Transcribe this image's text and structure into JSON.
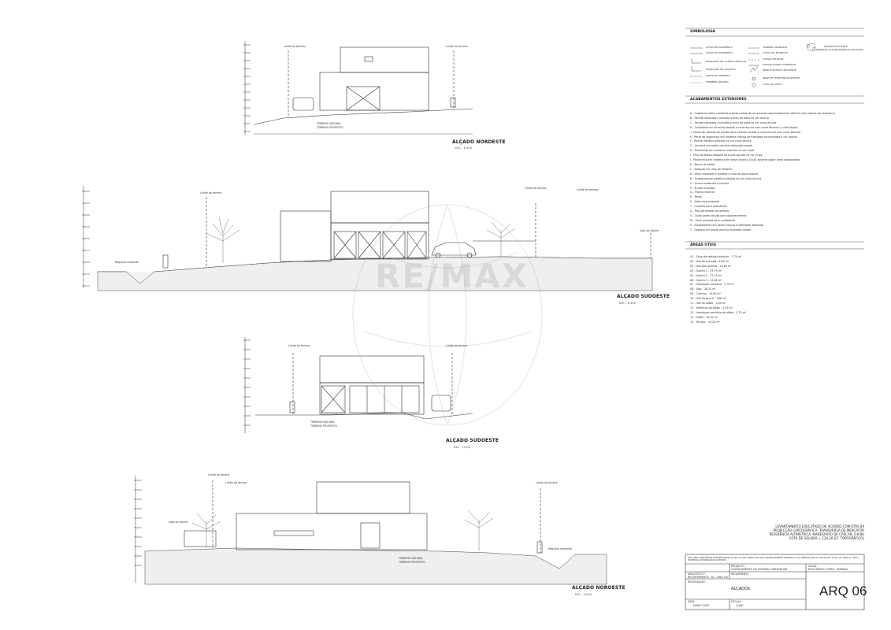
{
  "elevations": [
    {
      "title": "ALÇADO NORDESTE",
      "scale": "ESC - 1/100"
    },
    {
      "title": "ALÇADO SUDOESTE",
      "scale": "ESC - 1/100"
    },
    {
      "title": "ALÇADO SUDOESTE",
      "scale": "ESC - 1/100"
    },
    {
      "title": "ALÇADO NOROESTE",
      "scale": "ESC - 1/100"
    }
  ],
  "annotations": {
    "limite_terreno": "Limite do terreno",
    "limite_terreno_via": "Limite do terreno",
    "ribeiro": "Regueiro existente",
    "cota_soleira": "Cota da Soleira",
    "terreno_natural": "TERRENO NATURAL",
    "terreno_proposto": "TERRENO PROPOSTO"
  },
  "legend": {
    "simbologia_title": "SIMBOLOGIA",
    "simbologia": [
      "COTAS DE PAVIMENTO",
      "COTAS DO PAVIMENTO",
      "MARCAÇÃO DE CORTES VERTICAIS",
      "MARCAÇÃO DE ALÇADOS",
      "LIMITE DO TERRENO",
      "TERRENO NATURAL",
      "TERRENO ALTERADO",
      "COTAS DO PROJECTO",
      "CURVAS DE NÍVEL",
      "CURVAS MUROS ALTERADAS",
      "REDE ELÉCTRICA EXISTENTE",
      "REDE DE TELEFONE EXISTENTE",
      "CAIXA DE VISITA",
      "ÁRVORE EXISTENTE",
      "( SUBSIDIADA ALGUNS JAPONÊS DA SILVESTRE )"
    ],
    "acabamentos_title": "ACABAMENTOS EXTERIORES",
    "acabamentos": [
      "A - Cobertura plana revestida a seixo rolado da rio assente sobre isolamento térmico com tábuas de expessura",
      "B - Parede rebocada e pintada a tinta da areia na cor branca",
      "C - Parede rebocada e pintada a tinta da areia na cor cinza escura",
      "D - Caixilharia em alumínio lacado a cinza escuro com corte térmico c/ vidro duplo",
      "     + vidros de sistema de portão para exterior lacado a cinza escuro com corte térmico",
      "E - Porta de segurança em madeira maciça de Riembala envernizada à cor natural",
      "F - Portão metálico pintado na cor cinza escuro",
      "G - Cercaria em pedra calcária rebocada caiada",
      "H - Pavimento em mosaico cerâmico na cor cinza",
      "I - Piso em betão afagado de duplo sarrato na cor cinza",
      "J - Pavimento em cerâmica de relevo branco 15x30 assente sobre areia compactada",
      "K - Muros de betão",
      "L - Vedação em rede de Madeira",
      "M - Muro rebocado e pintado a tinta de água branca",
      "N - Gradeamento metálico pintado na cor cinza escura",
      "O - Árvore existente a manter",
      "P - Árvore proposta",
      "Q - Piscina exterior",
      "R - Relva",
      "S - Sebe viva proposta",
      "T - Canteiro para aromáticas",
      "U - Piso permeável de grelhas",
      "V - Caixa ponto de gás para abastecimento",
      "W - Zona prevista para contadores",
      "X - Equipamento em pedra maciça e liberdade rebocado",
      "Y - Degraus em pedra maciça revestido caiado"
    ],
    "areas_title": "ÁREAS ÚTEIS",
    "areas": [
      "01 - Zona de refeição exterior - 7,70 m²",
      "02 - Hall de entrada - 9,80 m²",
      "03 - Hall dos quartos - 10,65 m²",
      "04 - Quarto 1 - 13,75 m²",
      "05 - Quarto 2 - 12,15 m²",
      "06 - Quarto 3 - 12,60 m²",
      "07 - Instalação sanitária - 5,70 m²",
      "08 - Sala - 38,15 m²",
      "09 - Cozinha - 14,90 m²",
      "10 - Hall do piso 0 - 3,60 m²",
      "11 - Hall do sótão - 3,00 m²",
      "12 - Vestíbulo do sótão - 4,25 m²",
      "13 - Instalação sanitária do sótão - 5,70 m²",
      "14 - Sótão - 18,20 m²",
      "15 - Terraço - 49,20 m²"
    ]
  },
  "notes": [
    "LEVANTAMENTO EXECUTADO DE ACORDO COM ETRS 89",
    "PROJECÇÃO CARTOGRÁFICA: TRANSVERSA DE MERCATOR",
    "REFERÊNCIA ALTIMÉTRICA: MARÉGRAFO DE CASCAIS (1938)",
    "COTA DE SOLEIRA = 124,30 (LT. TOPOGRÁFICO)"
  ],
  "titleblock": {
    "copyright": "ESTA PEÇA DESENHADA É PROPRIEDADE DO SEU AUTOR, SENDO POR ISSO EXPRESSAMENTE PROIBIDA A SUA REPRODUÇÃO E UTILIZAÇÃO, TOTAL OU PARCIAL, SEM A EXPRESSA AUTORIZAÇÃO DO MESMO",
    "projecto_label": "PROJECTO",
    "projecto_value": "LICENCIAMENTO DE MORADIA UNIFAMILIAR",
    "local_label": "LOCAL",
    "local_value": "RUA FRANCO LOPES - MANDAL",
    "arquitecto_label": "ARQUITECTO",
    "arquitecto_value": "REQUERIMENTO - N.I. 3891 OA",
    "requerente_label": "REQUERENTE",
    "designacao_label": "DESIGNAÇÃO",
    "designacao_value": "ALÇADOS",
    "data_label": "DATA",
    "data_value": "JUNHO 2022",
    "escala_label": "ESCALA",
    "escala_value": "1/100",
    "sheet": "ARQ 06"
  },
  "watermark": "RE/MAX"
}
